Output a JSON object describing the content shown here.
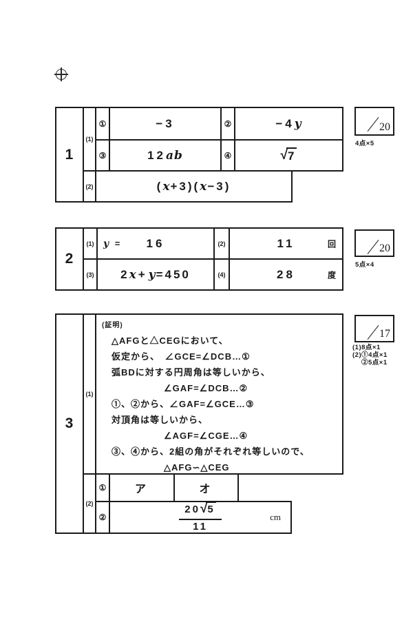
{
  "page": {
    "background": "#ffffff",
    "ink": "#1a1a1a"
  },
  "registration_mark": {
    "icon": "circle-cross"
  },
  "section1": {
    "number": "1",
    "row1_label": "(1)",
    "row2_label": "(2)",
    "items": {
      "i1": {
        "num": "①",
        "value": "−3"
      },
      "i2": {
        "num": "②",
        "coef": "−4",
        "var": "y"
      },
      "i3": {
        "num": "③",
        "coef": "12",
        "var": "ab"
      },
      "i4": {
        "num": "④",
        "root": "√",
        "radicand": "7"
      },
      "i5": {
        "p1": "(",
        "v1": "x",
        "p2": "+3)(",
        "v2": "x",
        "p3": "−3)"
      }
    },
    "score": {
      "max": "20",
      "caption": "4点×5"
    }
  },
  "section2": {
    "number": "2",
    "items": {
      "q1": {
        "label": "(1)",
        "pre_var": "y",
        "pre_eq": "=",
        "value": "16"
      },
      "q2": {
        "label": "(2)",
        "value": "11",
        "unit": "回"
      },
      "q3": {
        "label": "(3)",
        "c1": "2",
        "v1": "x",
        "op": "+",
        "v2": "y",
        "rest": "=450"
      },
      "q4": {
        "label": "(4)",
        "value": "28",
        "unit": "度"
      }
    },
    "score": {
      "max": "20",
      "caption": "5点×4"
    }
  },
  "section3": {
    "number": "3",
    "row1_label": "(1)",
    "row2_label": "(2)",
    "proof_lines": [
      "(証明)",
      "△AFGと△CEGにおいて、",
      "仮定から、　∠GCE=∠DCB…①",
      "弧BDに対する円周角は等しいから、",
      "∠GAF=∠DCB…②",
      "①、②から、∠GAF=∠GCE…③",
      "対頂角は等しいから、",
      "∠AGF=∠CGE…④",
      "③、④から、2組の角がそれぞれ等しいので、",
      "△AFG∽△CEG"
    ],
    "sub": {
      "num1": "①",
      "cell1": "ア",
      "cell2": "オ",
      "num2": "②",
      "frac_coef": "20",
      "frac_root": "√",
      "frac_radicand": "5",
      "frac_den": "11",
      "unit": "cm"
    },
    "score": {
      "max": "17",
      "captions": [
        "(1)8点×1",
        "(2)①4点×1",
        "②5点×1"
      ]
    }
  }
}
